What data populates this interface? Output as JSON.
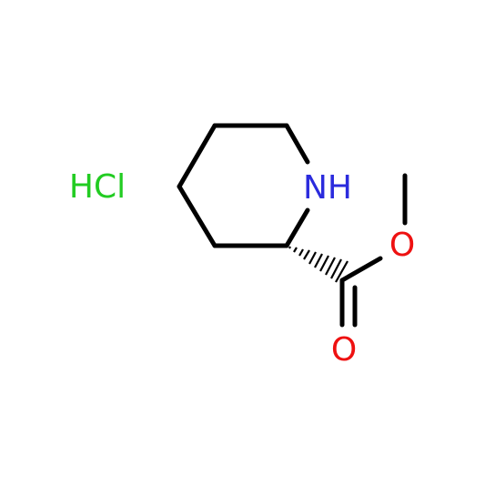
{
  "atoms": {
    "nh": {
      "label": "NH",
      "color": "#2b2bdd"
    },
    "o_ester": {
      "label": "O",
      "color": "#ee1111"
    },
    "o_carbonyl": {
      "label": "O",
      "color": "#ee1111"
    }
  },
  "salt": {
    "label": "HCl",
    "color": "#22cc22"
  },
  "bond_color": "#000000"
}
